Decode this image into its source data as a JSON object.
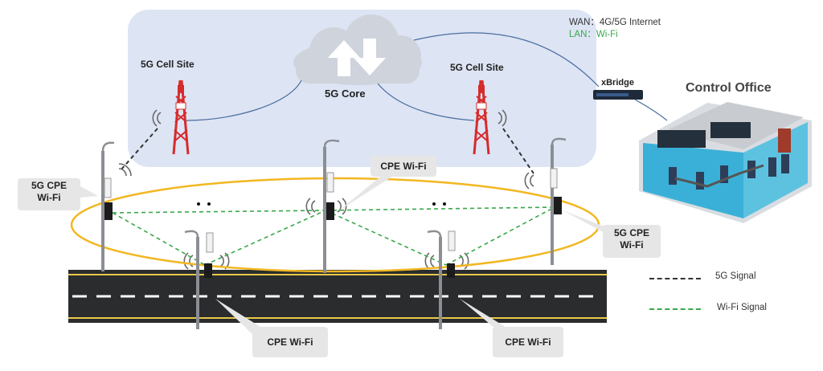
{
  "wan_line": "WAN：4G/5G Internet",
  "lan_line": "LAN：Wi-Fi",
  "core_label": "5G Core",
  "cell_site_left": "5G Cell Site",
  "cell_site_right": "5G Cell Site",
  "bridge_label": "xBridge",
  "office_label": "Control Office",
  "cpe_top": "CPE Wi-Fi",
  "cpe_bottom_left": "CPE Wi-Fi",
  "cpe_bottom_right": "CPE Wi-Fi",
  "cpe5g_left_1": "5G CPE",
  "cpe5g_left_2": "Wi-Fi",
  "cpe5g_right_1": "5G CPE",
  "cpe5g_right_2": "Wi-Fi",
  "legend": {
    "signal_5g": "5G Signal",
    "signal_wifi": "Wi-Fi Signal"
  },
  "colors": {
    "wan": "#333333",
    "lan": "#3aa84a",
    "ellipse": "#f2b721",
    "region": "#dde4f4",
    "tower": "#d62b2b"
  }
}
